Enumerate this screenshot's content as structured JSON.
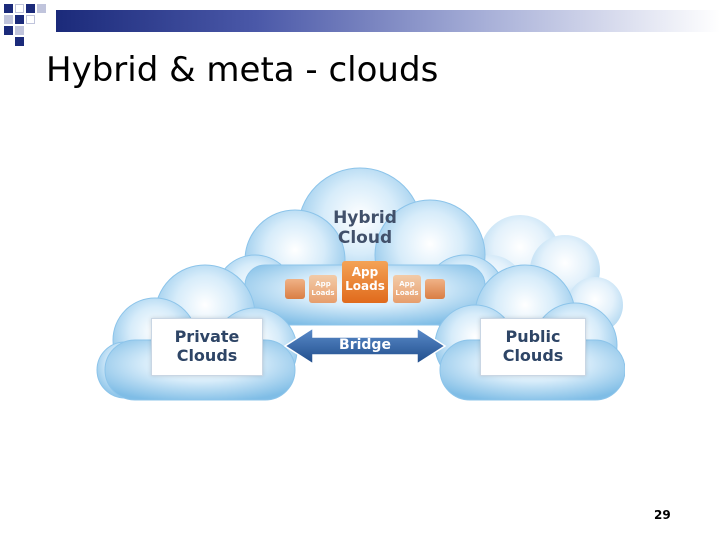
{
  "slide": {
    "title": "Hybrid & meta - clouds",
    "page_number": "29"
  },
  "diagram": {
    "hybrid_cloud_label": "Hybrid\nCloud",
    "private_clouds_label": "Private\nClouds",
    "public_clouds_label": "Public\nClouds",
    "app_loads_main": "App\nLoads",
    "app_loads_left": "App\nLoads",
    "app_loads_right": "App\nLoads",
    "bridge_label": "Bridge"
  },
  "colors": {
    "header_bar_dark": "#1b2a7a",
    "cloud_blue": "#9fd0f0",
    "app_loads_orange": "#e8832e",
    "bridge_blue": "#2f5f9e"
  }
}
